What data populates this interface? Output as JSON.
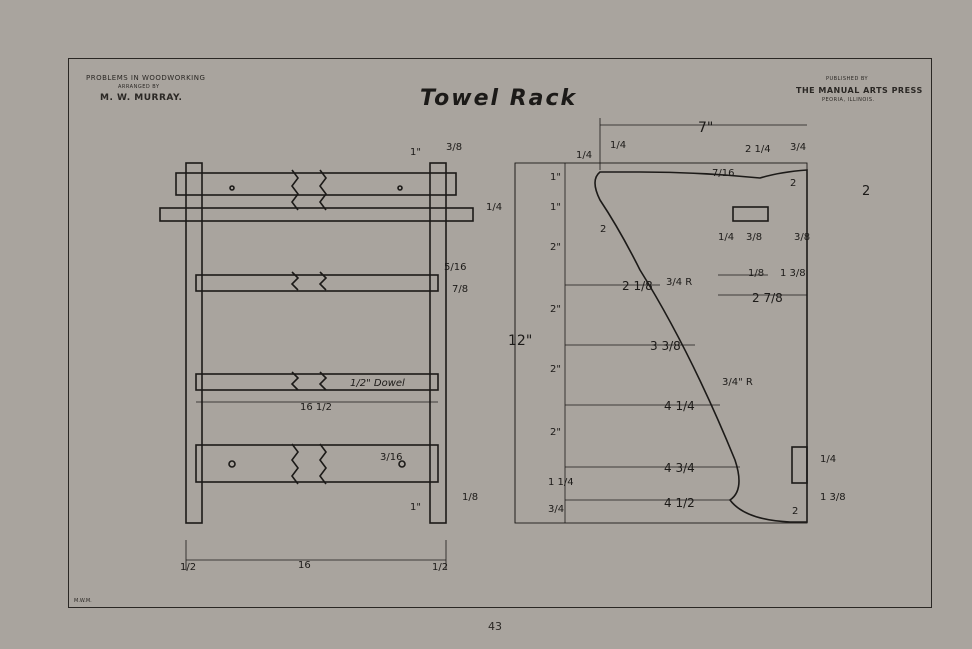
{
  "header": {
    "left_line1": "Problems in Woodworking",
    "left_line2": "Arranged by",
    "left_line3": "M. W. Murray.",
    "right_line1": "Published by",
    "right_line2": "The Manual Arts Press",
    "right_line3": "Peoria, Illinois."
  },
  "title": "Towel Rack",
  "page_number": "43",
  "initials": "M.W.M.",
  "colors": {
    "paper": "#a9a49e",
    "ink": "#1c1a18"
  },
  "front_view": {
    "dim_total_width": "16",
    "dim_left_post": "1/2",
    "dim_right_post": "1/2",
    "dim_dowel_length": "16 1/2",
    "dowel_label": "1/2\" Dowel",
    "dim_top_1": "1\"",
    "dim_top_38": "3/8",
    "dim_side_14": "1/4",
    "dim_side_78": "7/8",
    "dim_side_516": "5/16",
    "dim_bottom_316": "3/16",
    "dim_bottom_1": "1\"",
    "dim_bottom_18": "1/8"
  },
  "side_view": {
    "dim_top": "7\"",
    "dim_height": "12\"",
    "dim_tl_14": "1/4",
    "dim_tl_14b": "1/4",
    "dim_21_4": "2 1/4",
    "dim_34": "3/4",
    "dim_716": "7/16",
    "dim_2": "2",
    "dim_right_2": "2",
    "dim_left_seg": [
      "1\"",
      "1\"",
      "2\"",
      "2\"",
      "2\"",
      "2\"",
      "1 1/4",
      "3/4"
    ],
    "offsets": [
      "2 1/8",
      "3 3/8",
      "4 1/4",
      "4 3/4",
      "4 1/2"
    ],
    "dim_34r": "3/4 R",
    "dim_34r2": "3/4\" R",
    "dim_inner_2": "2",
    "dim_38_a": "3/8",
    "dim_38_b": "3/8",
    "dim_14": "1/4",
    "dim_18": "1/8",
    "dim_13_8": "1 3/8",
    "dim_27_8": "2 7/8",
    "dim_bot_14": "1/4",
    "dim_bot_13_8": "1 3/8",
    "dim_bot_2": "2"
  }
}
